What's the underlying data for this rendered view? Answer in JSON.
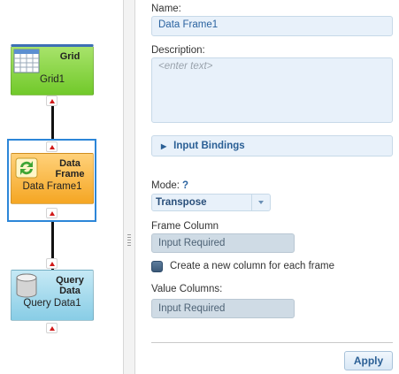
{
  "flow": {
    "nodes": [
      {
        "title": "Grid",
        "subtitle": "Grid1",
        "icon": "grid-icon"
      },
      {
        "title": "Data Frame",
        "subtitle": "Data Frame1",
        "icon": "data-frame-icon"
      },
      {
        "title": "Query Data",
        "subtitle": "Query Data1",
        "icon": "database-icon"
      }
    ]
  },
  "properties": {
    "name_label": "Name:",
    "name_value": "Data Frame1",
    "description_label": "Description:",
    "description_placeholder": "<enter text>",
    "bindings_label": "Input Bindings",
    "mode_label": "Mode:",
    "mode_help": "?",
    "mode_value": "Transpose",
    "frame_column_label": "Frame Column",
    "frame_column_value": "Input Required",
    "checkbox_label": "Create a new column for each frame",
    "value_columns_label": "Value Columns:",
    "value_columns_value": "Input Required",
    "apply_label": "Apply"
  },
  "colors": {
    "grid_node": "#71c92a",
    "frame_node": "#f5a623",
    "query_node": "#88cde6",
    "selection": "#2c86d8",
    "port_arrow": "#d11a1a"
  }
}
